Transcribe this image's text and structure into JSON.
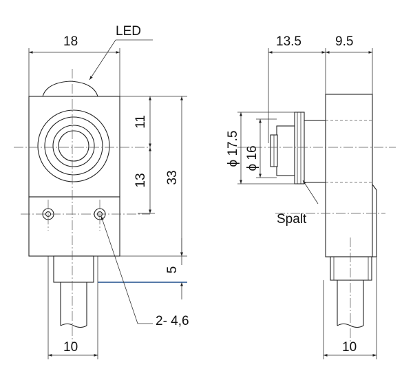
{
  "labels": {
    "led": "LED",
    "width_front": "18",
    "dim_upper": "11",
    "dim_lower": "13",
    "dim_total": "33",
    "dim_cable": "5",
    "holes": "2- 4,6",
    "cable_front": "10",
    "depth_left": "13.5",
    "depth_right": "9.5",
    "dia_outer": "ϕ 17.5",
    "dia_inner": "ϕ 16",
    "spalt": "Spalt",
    "cable_side": "10"
  },
  "colors": {
    "line": "#222222",
    "accent_line": "#1f4e8c"
  }
}
